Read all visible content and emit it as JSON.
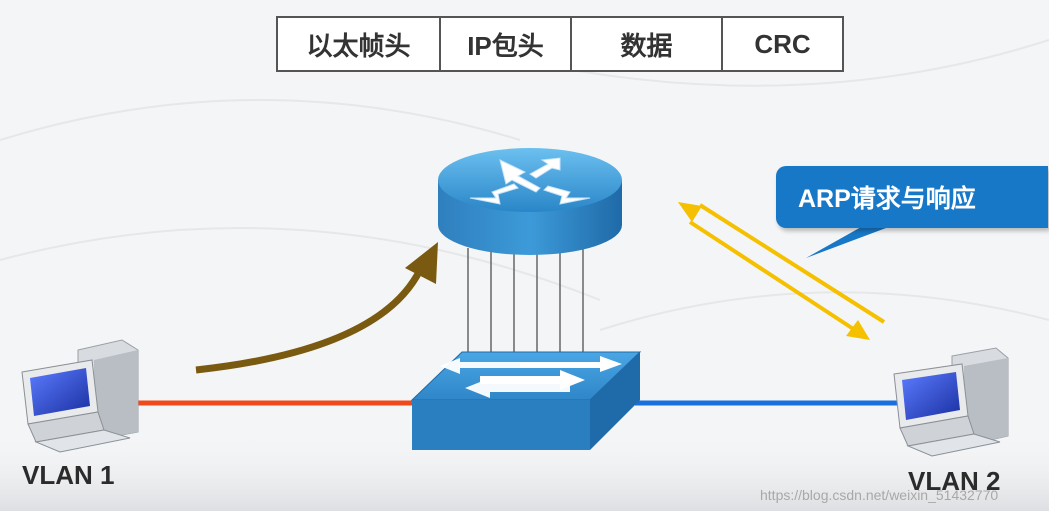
{
  "frame": {
    "cells": [
      "以太帧头",
      "IP包头",
      "数据",
      "CRC"
    ]
  },
  "callout": {
    "label": "ARP请求与响应"
  },
  "hosts": {
    "left_label": "VLAN 1",
    "right_label": "VLAN 2"
  },
  "watermark": "https://blog.csdn.net/weixin_51432770",
  "colors": {
    "router": "#3d9ad8",
    "switch": "#2f86c8",
    "vlan1_link": "#f04a1a",
    "vlan2_link": "#1a6fe0",
    "arp_arrows": "#f5c000",
    "flow_arrow": "#7a5a10",
    "callout": "#1878c8"
  },
  "icons": [
    "router-icon",
    "switch-icon",
    "computer-icon"
  ]
}
